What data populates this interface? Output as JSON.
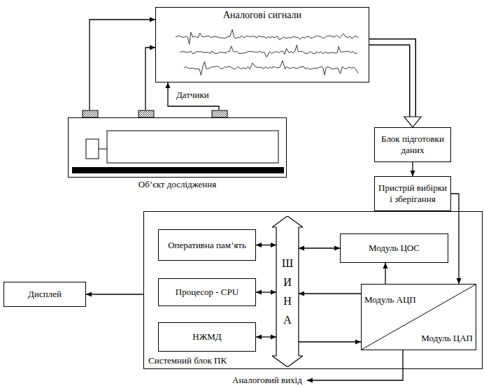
{
  "diagram": {
    "nodes": [
      {
        "text": [
          "Аналогові сигнали"
        ]
      },
      {
        "text": [
          "Об’єкт дослідження"
        ]
      },
      {
        "text": [
          "Блок підготовки даних"
        ]
      },
      {
        "text": [
          "Пристрій вибірки і зберігання"
        ]
      },
      {
        "text": [
          "Системний блок ПК"
        ]
      },
      {
        "text": [
          "Оперативна пам’ять"
        ],
        "in": 4
      },
      {
        "text": [
          "Процесор - CPU"
        ],
        "in": 4
      },
      {
        "text": [
          "НЖМД"
        ],
        "in": 4
      },
      {
        "text": [
          "ШИНА"
        ],
        "in": 4
      },
      {
        "text": [
          "Модуль ЦОС"
        ],
        "in": 4
      },
      {
        "text": [
          "Модуль АЦП",
          "Модуль ЦАП"
        ],
        "in": 4
      },
      {
        "text": [
          "Дисплей"
        ]
      }
    ],
    "edges": [
      {
        "from": 1,
        "to": 0,
        "arrow": "to"
      },
      {
        "from": 1,
        "to": 0,
        "arrow": "to"
      },
      {
        "from": 1,
        "to": 0,
        "arrow": "to"
      },
      {
        "from": 0,
        "to": 2,
        "arrow": "to"
      },
      {
        "from": 2,
        "to": 3,
        "arrow": "to"
      },
      {
        "from": 3,
        "to": 10,
        "arrow": "to"
      },
      {
        "from": 5,
        "to": 8,
        "arrow": "both"
      },
      {
        "from": 6,
        "to": 8,
        "arrow": "both"
      },
      {
        "from": 7,
        "to": 8,
        "arrow": "both"
      },
      {
        "from": 8,
        "to": 9,
        "arrow": "both"
      },
      {
        "from": 10,
        "to": 9,
        "arrow": "to"
      },
      {
        "from": 10,
        "to": 8,
        "arrow": "to"
      },
      {
        "from": 8,
        "to": 10,
        "arrow": "to"
      },
      {
        "from": 4,
        "to": 11,
        "arrow": "to"
      }
    ],
    "labels": [
      "Датчики",
      "Аналоговий вихід"
    ]
  }
}
